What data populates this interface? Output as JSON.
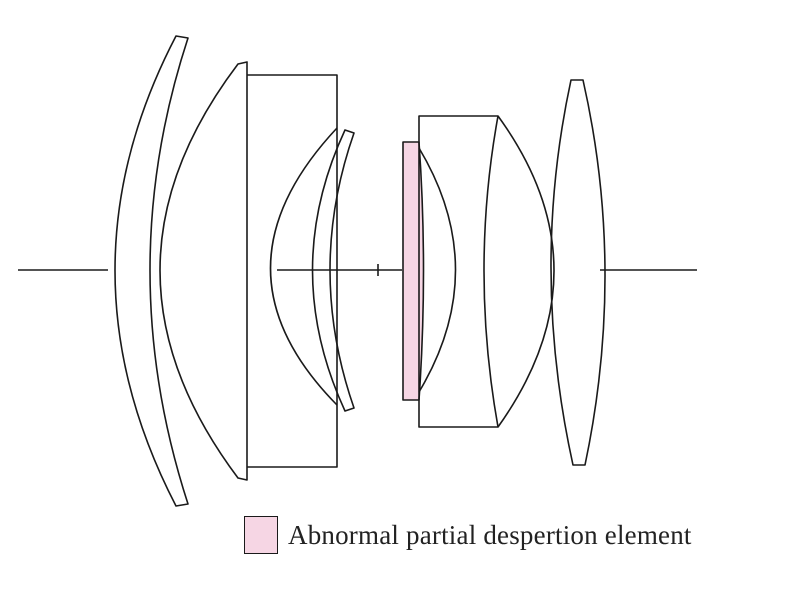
{
  "legend": {
    "label": "Abnormal partial despertion element",
    "swatch_color": "#f6d6e4"
  },
  "colors": {
    "line": "#1a1a1a",
    "special_element_fill": "#f6d6e4",
    "background": "#ffffff"
  },
  "elements": [
    {
      "name": "front-meniscus-element-1",
      "special": false
    },
    {
      "name": "front-meniscus-element-2",
      "special": false
    },
    {
      "name": "front-thick-element",
      "special": false
    },
    {
      "name": "front-meniscus-element-3",
      "special": false
    },
    {
      "name": "aperture-stop",
      "special": false
    },
    {
      "name": "abnormal-dispersion-element",
      "special": true
    },
    {
      "name": "rear-cemented-group",
      "special": false
    },
    {
      "name": "rear-biconvex-element",
      "special": false
    }
  ]
}
